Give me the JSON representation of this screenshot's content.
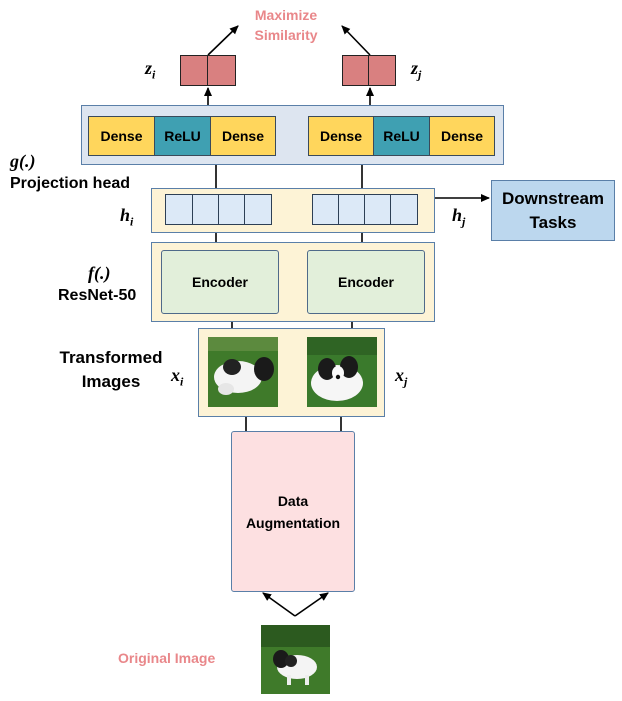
{
  "title_line1": "Maximize",
  "title_line2": "Similarity",
  "z_i": "z",
  "z_i_sub": "i",
  "z_j": "z",
  "z_j_sub": "j",
  "g_label": "g(.)",
  "projection_head": "Projection head",
  "h_i": "h",
  "h_i_sub": "i",
  "h_j": "h",
  "h_j_sub": "j",
  "dense": "Dense",
  "relu": "ReLU",
  "downstream_line1": "Downstream",
  "downstream_line2": "Tasks",
  "f_label": "f(.)",
  "resnet": "ResNet-50",
  "encoder": "Encoder",
  "transformed_line1": "Transformed",
  "transformed_line2": "Images",
  "x_i": "x",
  "x_i_sub": "i",
  "x_j": "x",
  "x_j_sub": "j",
  "data_aug_line1": "Data",
  "data_aug_line2": "Augmentation",
  "original_image": "Original Image",
  "colors": {
    "accent_red": "#e9878a",
    "z_box": "#d98080",
    "dense": "#ffd65c",
    "relu": "#3fa0b2",
    "panel_blue": "#dde5f0",
    "panel_cream": "#fdf3d6",
    "encoder": "#e2efda",
    "aug": "#fde0e1",
    "downstream": "#bcd7ee",
    "grass": "#3f7a2a"
  }
}
